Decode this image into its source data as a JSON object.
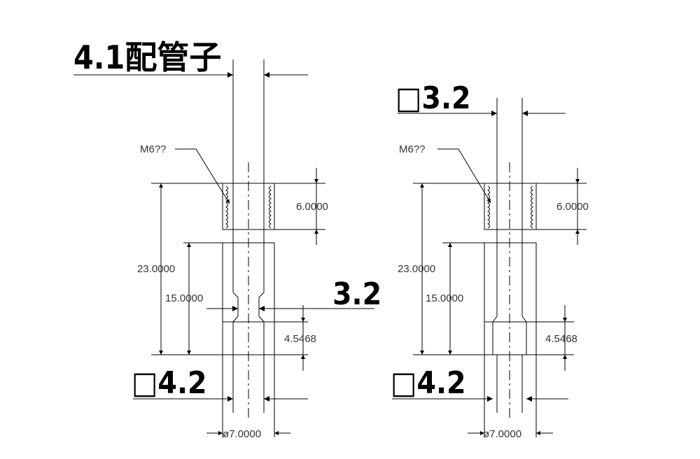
{
  "left": {
    "title": "4.1配管子",
    "thread_note": "M6??",
    "dim_thread_len": "6.0000",
    "dim_total": "23.0000",
    "dim_upper": "15.0000",
    "dim_neck": "3.2",
    "dim_bottom": "4.5468",
    "dim_bore": "□4.2",
    "dim_od": "ø7.0000"
  },
  "right": {
    "dim_top_bore": "□3.2",
    "thread_note": "M6??",
    "dim_thread_len": "6.0000",
    "dim_total": "23.0000",
    "dim_upper": "15.0000",
    "dim_bottom": "4.5468",
    "dim_bore": "□4.2",
    "dim_od": "ø7.0000"
  }
}
